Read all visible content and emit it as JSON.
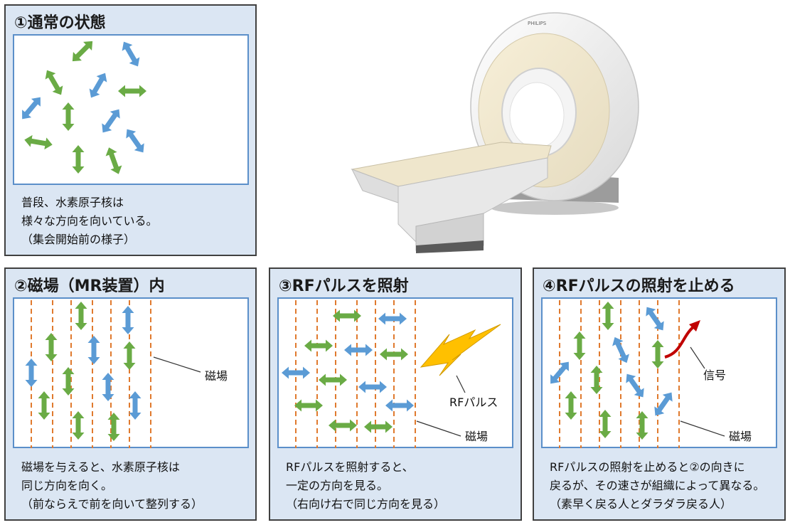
{
  "panels": {
    "p1": {
      "title": "①通常の状態",
      "caption": "普段、水素原子核は\n様々な方向を向いている。\n（集会開始前の様子）"
    },
    "p2": {
      "title": "②磁場（MR装置）内",
      "caption": "磁場を与えると、水素原子核は\n同じ方向を向く。\n（前ならえで前を向いて整列する）",
      "label_field": "磁場"
    },
    "p3": {
      "title": "③RFパルスを照射",
      "caption": "RFパルスを照射すると、\n一定の方向を見る。\n（右向け右で同じ方向を見る）",
      "label_rf": "RFパルス",
      "label_field": "磁場"
    },
    "p4": {
      "title": "④RFパルスの照射を止める",
      "caption": "RFパルスの照射を止めると②の向きに\n戻るが、その速さが組織によって異なる。\n（素早く戻る人とダラダラ戻る人）",
      "label_signal": "信号",
      "label_field": "磁場"
    }
  },
  "scanner": {
    "brand": "PHILIPS"
  },
  "colors": {
    "green": "#6aab45",
    "blue": "#5b9bd5",
    "field_line": "#e07a2e",
    "rf_pulse": "#ffc000",
    "signal": "#c00000",
    "panel_bg": "#dbe6f3",
    "inner_border": "#5b8fc9"
  }
}
